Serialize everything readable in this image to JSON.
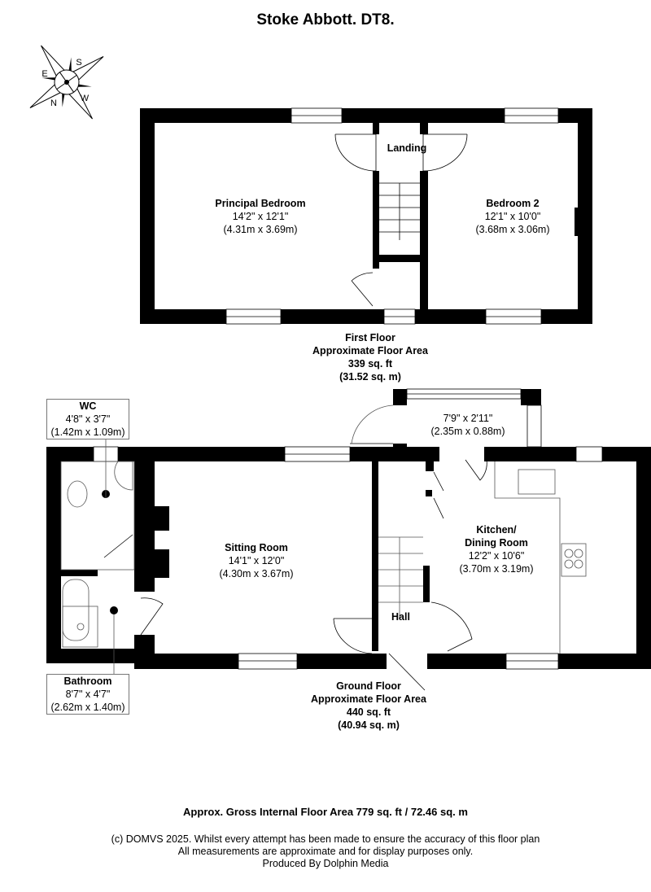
{
  "title": "Stoke Abbott. DT8.",
  "compass": {
    "labels": [
      "S",
      "W",
      "N",
      "E"
    ]
  },
  "first_floor": {
    "rooms": [
      {
        "name": "Landing",
        "dims_imperial": "",
        "dims_metric": ""
      },
      {
        "name": "Principal Bedroom",
        "dims_imperial": "14'2\" x 12'1\"",
        "dims_metric": "(4.31m x 3.69m)"
      },
      {
        "name": "Bedroom 2",
        "dims_imperial": "12'1\" x 10'0\"",
        "dims_metric": "(3.68m x 3.06m)"
      }
    ],
    "legend": {
      "floor": "First Floor",
      "label": "Approximate Floor Area",
      "sqft": "339 sq. ft",
      "sqm": "(31.52 sq. m)"
    }
  },
  "ground_floor": {
    "rooms": [
      {
        "name": "WC",
        "dims_imperial": "4'8\" x 3'7\"",
        "dims_metric": "(1.42m x 1.09m)"
      },
      {
        "name": "Bathroom",
        "dims_imperial": "8'7\" x 4'7\"",
        "dims_metric": "(2.62m x 1.40m)"
      },
      {
        "name": "Sitting Room",
        "dims_imperial": "14'1\" x 12'0\"",
        "dims_metric": "(4.30m x 3.67m)"
      },
      {
        "name": "Kitchen/",
        "name2": "Dining Room",
        "dims_imperial": "12'2\" x 10'6\"",
        "dims_metric": "(3.70m x 3.19m)"
      },
      {
        "name": "Hall"
      },
      {
        "name": "",
        "dims_imperial": "7'9\" x 2'11\"",
        "dims_metric": "(2.35m x 0.88m)"
      }
    ],
    "legend": {
      "floor": "Ground Floor",
      "label": "Approximate Floor Area",
      "sqft": "440 sq. ft",
      "sqm": "(40.94 sq. m)"
    }
  },
  "gross_area": "Approx. Gross Internal Floor Area 779 sq. ft / 72.46 sq. m",
  "footer": {
    "line1": "(c) DOMVS 2025. Whilst every attempt has been made to ensure the accuracy of this floor plan",
    "line2": "All measurements are approximate and for display purposes only.",
    "line3": "Produced By Dolphin Media"
  },
  "colors": {
    "wall": "#000000",
    "window": "#ffffff",
    "fixture_line": "#555555"
  }
}
